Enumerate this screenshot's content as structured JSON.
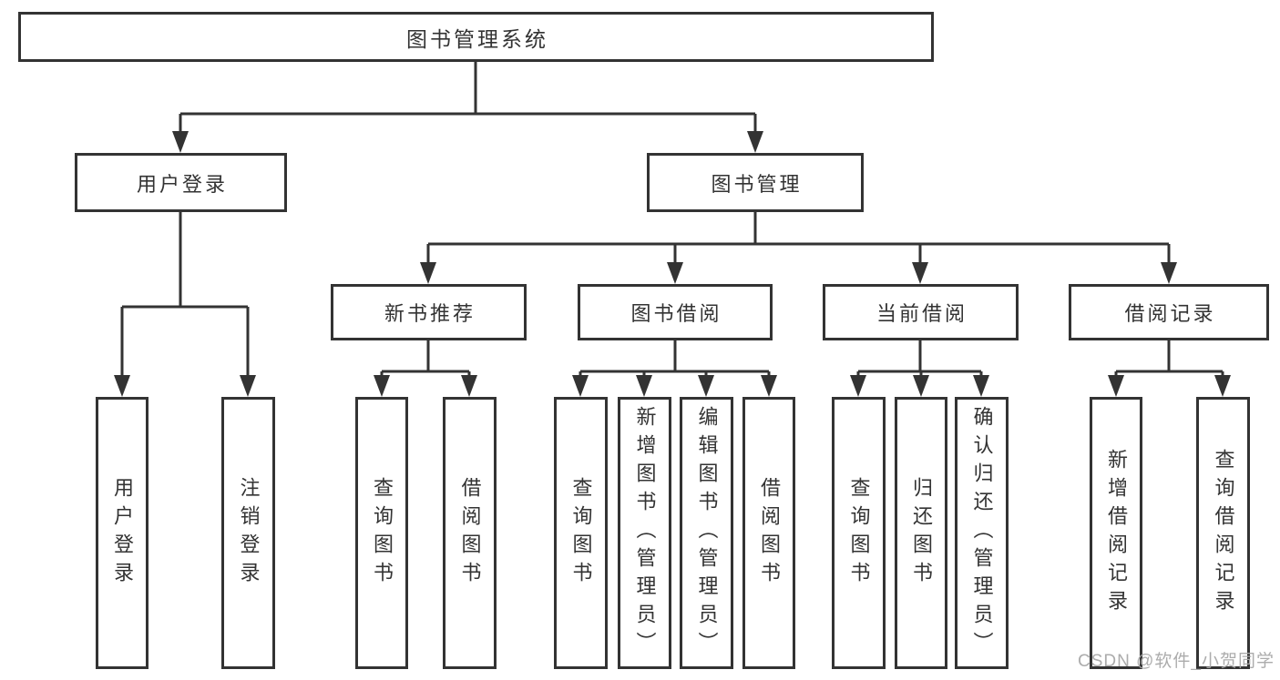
{
  "diagram_title": "图书管理系统",
  "tree": {
    "label": "图书管理系统",
    "children": [
      {
        "label": "用户登录",
        "children": [
          {
            "label": "用户登录"
          },
          {
            "label": "注销登录"
          }
        ]
      },
      {
        "label": "图书管理",
        "children": [
          {
            "label": "新书推荐",
            "children": [
              {
                "label": "查询图书"
              },
              {
                "label": "借阅图书"
              }
            ]
          },
          {
            "label": "图书借阅",
            "children": [
              {
                "label": "查询图书"
              },
              {
                "label": "新增图书（管理员）"
              },
              {
                "label": "编辑图书（管理员）"
              },
              {
                "label": "借阅图书"
              }
            ]
          },
          {
            "label": "当前借阅",
            "children": [
              {
                "label": "查询图书"
              },
              {
                "label": "归还图书"
              },
              {
                "label": "确认归还（管理员）"
              }
            ]
          },
          {
            "label": "借阅记录",
            "children": [
              {
                "label": "新增借阅记录"
              },
              {
                "label": "查询借阅记录"
              }
            ]
          }
        ]
      }
    ]
  },
  "watermark": {
    "text": "CSDN @软件_小贺同学"
  },
  "colors": {
    "line": "#333333",
    "text": "#333333",
    "box_background": "#ffffff",
    "watermark": "#a8a8a8"
  }
}
